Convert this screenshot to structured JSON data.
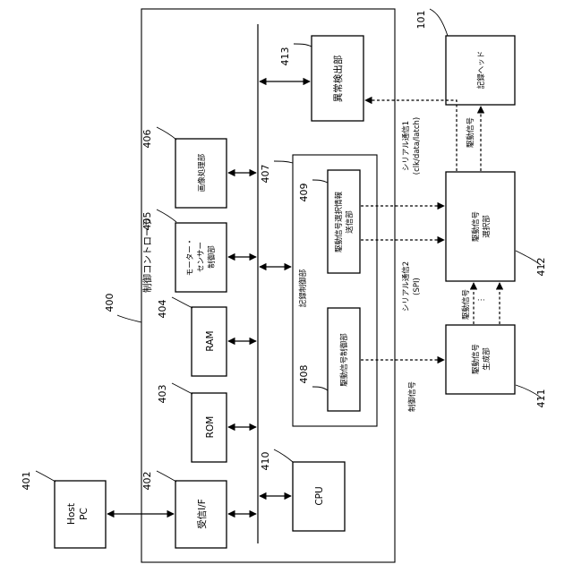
{
  "refs": {
    "r400": "400",
    "r401": "401",
    "r402": "402",
    "r403": "403",
    "r404": "404",
    "r405": "405",
    "r406": "406",
    "r407": "407",
    "r408": "408",
    "r409": "409",
    "r410": "410",
    "r411": "411",
    "r412": "412",
    "r413": "413",
    "r101": "101"
  },
  "labels": {
    "controller": "制御コントローラ",
    "host_line1": "Host",
    "host_line2": "PC",
    "receive_if": "受信I/F",
    "rom": "ROM",
    "ram": "RAM",
    "motor_sensor": [
      "モーター・",
      "センサー",
      "制御部"
    ],
    "image_proc": "画像処理部",
    "cpu": "CPU",
    "record_ctrl": "記録制御部",
    "drv_sig_ctrl": "駆動信号制御部",
    "drv_sel_tx": [
      "駆動信号選択情報",
      "送信部"
    ],
    "anomaly": "異常検出部",
    "drv_gen": [
      "駆動信号",
      "生成部"
    ],
    "drv_sel": [
      "駆動信号",
      "選択部"
    ],
    "rec_head": "記録ヘッド",
    "serial1": [
      "シリアル通信1",
      "(clk/data/latch)"
    ],
    "serial2": [
      "シリアル通信2",
      "(SPI)"
    ],
    "ctrl_signal": "制御信号",
    "drive_signal_lower": "駆動信号",
    "drive_signal_upper": "駆動信号"
  }
}
